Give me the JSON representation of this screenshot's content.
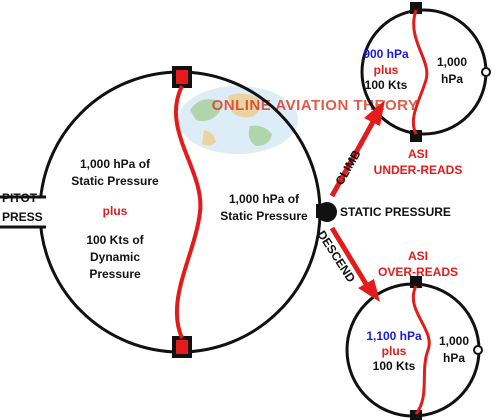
{
  "watermark": {
    "text": "ONLINE AVIATION THEORY"
  },
  "pitot": {
    "label_line1": "PITOT",
    "label_line2": "PRESS"
  },
  "main_chamber": {
    "left_line1": "1,000 hPa of",
    "left_line2": "Static Pressure",
    "plus": "plus",
    "left_line3": "100 Kts of",
    "left_line4": "Dynamic",
    "left_line5": "Pressure",
    "right_line1": "1,000 hPa of",
    "right_line2": "Static Pressure"
  },
  "static_port": {
    "label": "STATIC PRESSURE"
  },
  "climb": {
    "arrow_label": "CLIMB",
    "pressure": "900 hPa",
    "plus": "plus",
    "speed": "100 Kts",
    "case_pressure_line1": "1,000",
    "case_pressure_line2": "hPa",
    "result_line1": "ASI",
    "result_line2": "UNDER-READS"
  },
  "descend": {
    "arrow_label": "DESCEND",
    "result_line1": "ASI",
    "result_line2": "OVER-READS",
    "pressure": "1,100 hPa",
    "plus": "plus",
    "speed": "100 Kts",
    "case_pressure_line1": "1,000",
    "case_pressure_line2": "hPa"
  },
  "colors": {
    "outline": "#111111",
    "diaphragm": "#e31b1b",
    "arrow": "#e31b1b",
    "static_text": "#1a1ad6"
  }
}
